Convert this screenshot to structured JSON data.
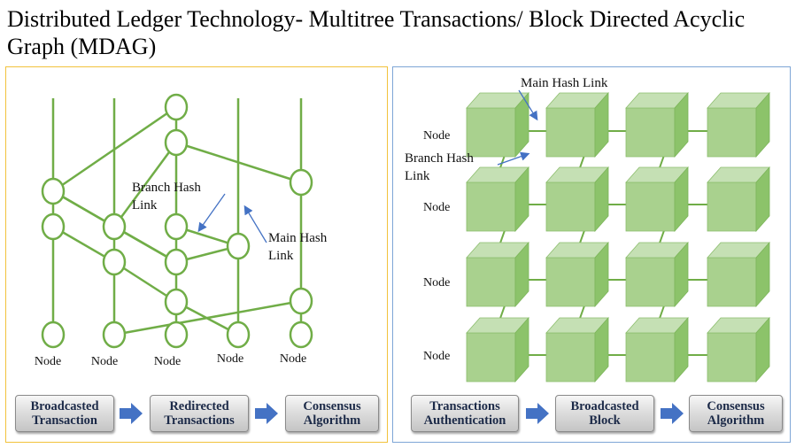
{
  "title": "Distributed Ledger Technology- Multitree Transactions/ Block Directed Acyclic Graph (MDAG)",
  "left_panel": {
    "node_labels": [
      "Node",
      "Node",
      "Node",
      "Node",
      "Node"
    ],
    "branch_hash_link": [
      "Branch Hash",
      "Link"
    ],
    "main_hash_link": [
      "Main Hash",
      "Link"
    ],
    "flow": [
      "Broadcasted\nTransaction",
      "Redirected\nTransactions",
      "Consensus\nAlgorithm"
    ]
  },
  "right_panel": {
    "main_hash_link": "Main Hash Link",
    "branch_hash_link": [
      "Branch Hash",
      "Link"
    ],
    "node_labels": [
      "Node",
      "Node",
      "Node",
      "Node"
    ],
    "flow": [
      "Transactions\nAuthentication",
      "Broadcasted\nBlock",
      "Consensus\nAlgorithm"
    ]
  },
  "colors": {
    "graph_green": "#70ad47",
    "cube_front": "#a9d18e",
    "cube_top": "#c5e0b4",
    "cube_side": "#8cc36a",
    "arrow_blue": "#4472c4",
    "left_border": "#f2c23c",
    "right_border": "#7ea6d6",
    "flow_arrow": "#4472c4"
  }
}
